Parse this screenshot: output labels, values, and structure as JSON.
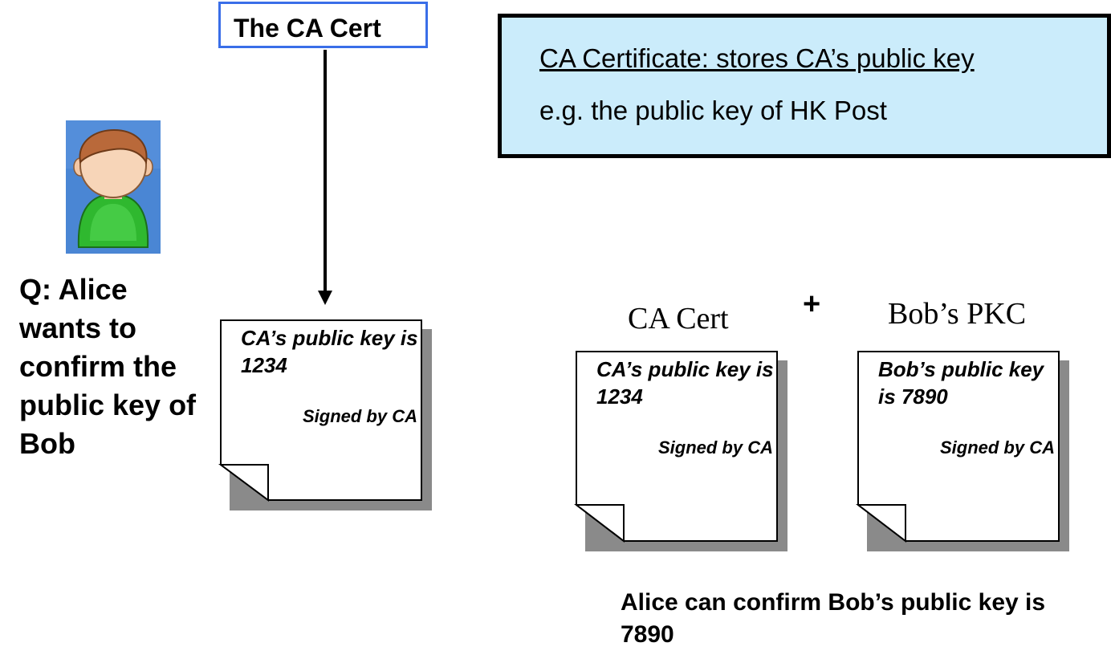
{
  "ca_label": {
    "text": "The CA Cert",
    "border_color": "#3a6ee8"
  },
  "info_box": {
    "line1": "CA Certificate: stores CA’s public key",
    "line2": "e.g. the public key of HK Post",
    "background": "#cbecfb"
  },
  "avatar": {
    "icon": "person-avatar-icon",
    "background": "#4a86d4",
    "shirt": "#2fb82f"
  },
  "question": "Q: Alice wants to confirm the public key of Bob",
  "doc_left": {
    "key_text": "CA’s public key is 1234",
    "signed": "Signed by CA"
  },
  "combo": {
    "cert_caption": "CA Cert",
    "plus": "+",
    "pkc_caption": "Bob’s PKC",
    "doc_ca": {
      "key_text": "CA’s public key is 1234",
      "signed": "Signed by CA"
    },
    "doc_bob": {
      "key_text": "Bob’s public key is 7890",
      "signed": "Signed by CA"
    }
  },
  "conclusion": "Alice can confirm Bob’s public key is 7890"
}
